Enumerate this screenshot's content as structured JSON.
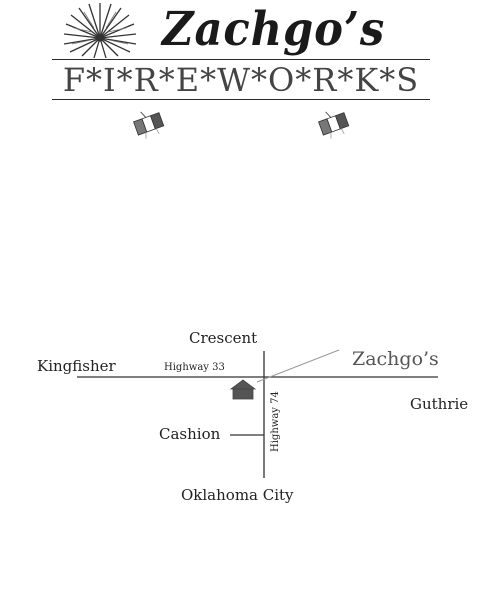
{
  "header": {
    "title": "Zachgo’s",
    "subtitle": "F*I*R*E*W*O*R*K*S"
  },
  "map": {
    "places": {
      "north": "Crescent",
      "west": "Kingfisher",
      "east": "Guthrie",
      "south": "Oklahoma City",
      "southwest": "Cashion",
      "store": "Zachgo’s"
    },
    "roads": {
      "east_west": "Highway  33",
      "north_south": "Highway  74"
    }
  },
  "colors": {
    "ink": "#222222",
    "road": "#333333",
    "store_icon": "#555555",
    "pointer": "#999999"
  },
  "icons": [
    "firework-burst-icon",
    "firecracker-icon",
    "house-icon"
  ]
}
